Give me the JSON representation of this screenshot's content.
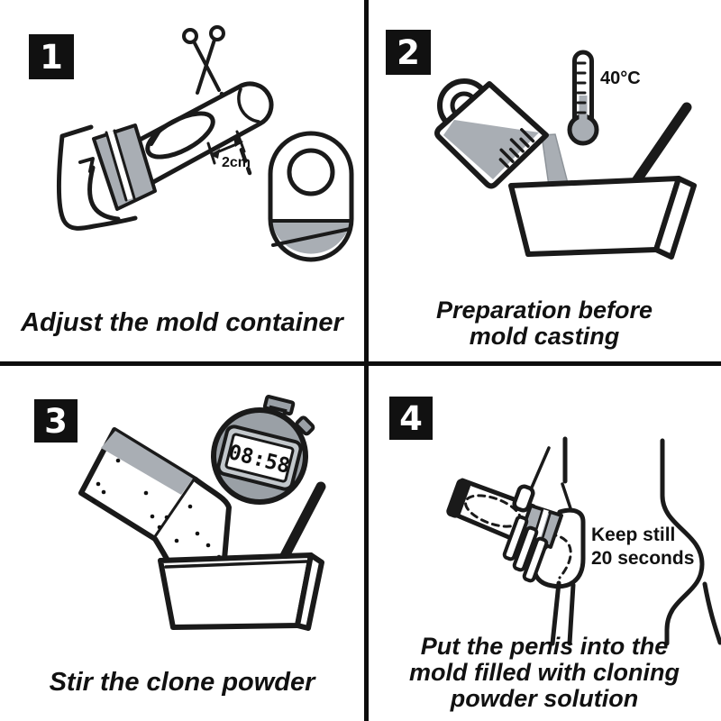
{
  "panels": [
    {
      "number": "1",
      "caption_lines": [
        "Adjust the mold container"
      ],
      "annotations": {
        "cut_length": "2cm"
      }
    },
    {
      "number": "2",
      "caption_lines": [
        "Preparation before",
        "mold casting"
      ],
      "annotations": {
        "temperature": "40°C"
      }
    },
    {
      "number": "3",
      "caption_lines": [
        "Stir the clone powder"
      ],
      "annotations": {
        "stopwatch_display": "08:58"
      }
    },
    {
      "number": "4",
      "caption_lines": [
        "Put the penis into the",
        "mold filled with cloning",
        "powder solution"
      ],
      "annotations": {
        "keep_still_line1": "Keep still",
        "keep_still_line2": "20 seconds"
      }
    }
  ],
  "colors": {
    "outline": "#1a1a1a",
    "gray_fill": "#a9aeb4",
    "stopwatch_body": "#9aa0a6",
    "background": "#ffffff"
  }
}
